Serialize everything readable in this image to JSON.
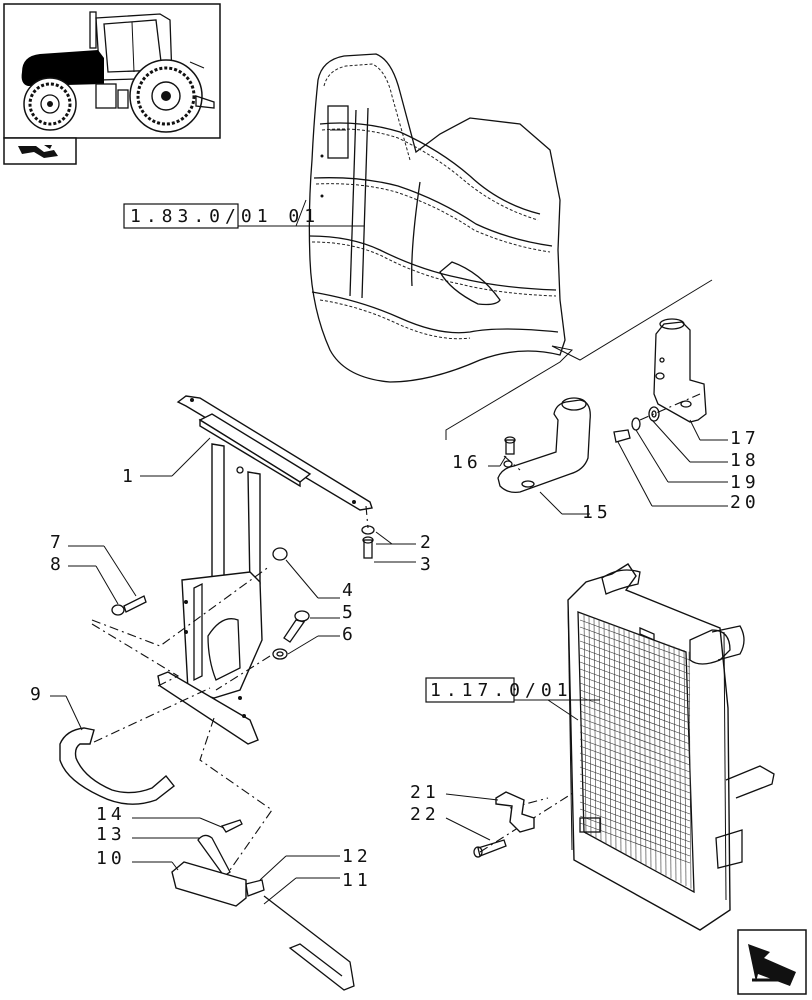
{
  "references": {
    "ref_upper": "1.83.0/01 01",
    "ref_lower": "1.17.0/01"
  },
  "callouts": {
    "c1": "1",
    "c2": "2",
    "c3": "3",
    "c4": "4",
    "c5": "5",
    "c6": "6",
    "c7": "7",
    "c8": "8",
    "c9": "9",
    "c10": "10",
    "c11": "11",
    "c12": "12",
    "c13": "13",
    "c14": "14",
    "c15": "15",
    "c16": "16",
    "c17": "17",
    "c18": "18",
    "c19": "19",
    "c20": "20",
    "c21": "21",
    "c22": "22"
  },
  "icons": {
    "thumbnail": "tractor-thumbnail-icon",
    "section": "section-arrow-icon",
    "navigation": "navigation-arrow-icon"
  },
  "colors": {
    "ink": "#111111",
    "background": "#ffffff",
    "highlight": "#000000"
  }
}
